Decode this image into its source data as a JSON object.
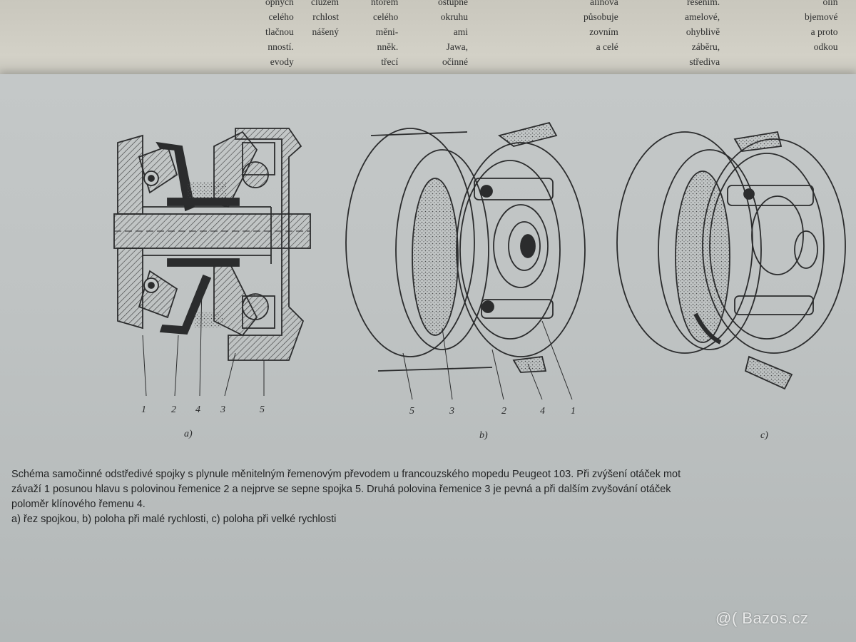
{
  "prev_page": {
    "col1": [
      "cluzem",
      "rchlost",
      "nášený"
    ],
    "col2": [
      "opných",
      "celého",
      "tlačnou",
      "nností.",
      "evody"
    ],
    "col3": [
      "ntorem",
      "celého",
      "měni-",
      "nněk.",
      "třecí"
    ],
    "col4": [
      "ostupně",
      "okruhu",
      "ami",
      "Jawa,",
      "očinné"
    ],
    "col5": [
      "alinová",
      "působuje",
      "zovním",
      "a celé"
    ],
    "col6": [
      "řešením.",
      "amelové,",
      "ohyblivě",
      "záběru,",
      "střediva"
    ],
    "col7": [
      "olin",
      "bjemové",
      "a proto",
      "odkou"
    ]
  },
  "figure": {
    "labels_a": [
      "1",
      "2",
      "4",
      "3",
      "5"
    ],
    "labels_b": [
      "5",
      "3",
      "2",
      "4",
      "1"
    ],
    "sub_a": "a)",
    "sub_b": "b)",
    "sub_c": "c)"
  },
  "caption": {
    "line1": "Schéma samočinné odstředivé spojky s plynule měnitelným řemenovým převodem u francouzského mopedu Peugeot 103. Při zvýšení otáček mot",
    "line2": "závaží 1 posunou hlavu s polovinou řemenice 2 a nejprve se sepne spojka 5. Druhá polovina řemenice 3 je pevná a při dalším zvyšování otáček",
    "line3": "poloměr klínového řemenu 4.",
    "line4": "a) řez spojkou, b) poloha při malé rychlosti, c) poloha při velké rychlosti"
  },
  "watermark": {
    "text": "@( Bazos.cz"
  }
}
